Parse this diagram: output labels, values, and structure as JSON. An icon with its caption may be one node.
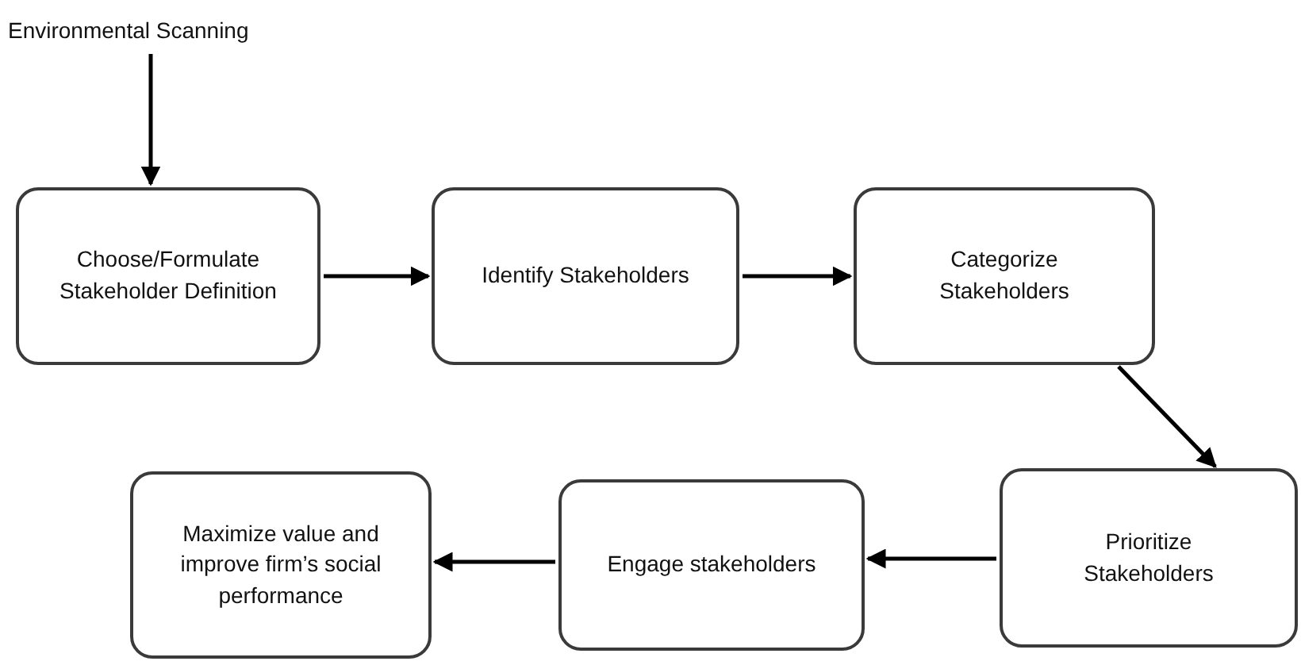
{
  "diagram": {
    "nodes": [
      {
        "text": [
          "Environmental Scanning"
        ]
      },
      {
        "text": [
          "Choose/Formulate Stakeholder Definition"
        ]
      },
      {
        "text": [
          "Identify Stakeholders"
        ]
      },
      {
        "text": [
          "Categorize Stakeholders"
        ]
      },
      {
        "text": [
          "Prioritize Stakeholders"
        ]
      },
      {
        "text": [
          "Engage stakeholders"
        ]
      },
      {
        "text": [
          "Maximize value and improve firm’s social performance"
        ]
      }
    ],
    "edges": [
      {
        "from": 0,
        "to": 1,
        "arrow": "to"
      },
      {
        "from": 1,
        "to": 2,
        "arrow": "to"
      },
      {
        "from": 2,
        "to": 3,
        "arrow": "to"
      },
      {
        "from": 3,
        "to": 4,
        "arrow": "to"
      },
      {
        "from": 4,
        "to": 5,
        "arrow": "to"
      },
      {
        "from": 5,
        "to": 6,
        "arrow": "to"
      }
    ]
  }
}
